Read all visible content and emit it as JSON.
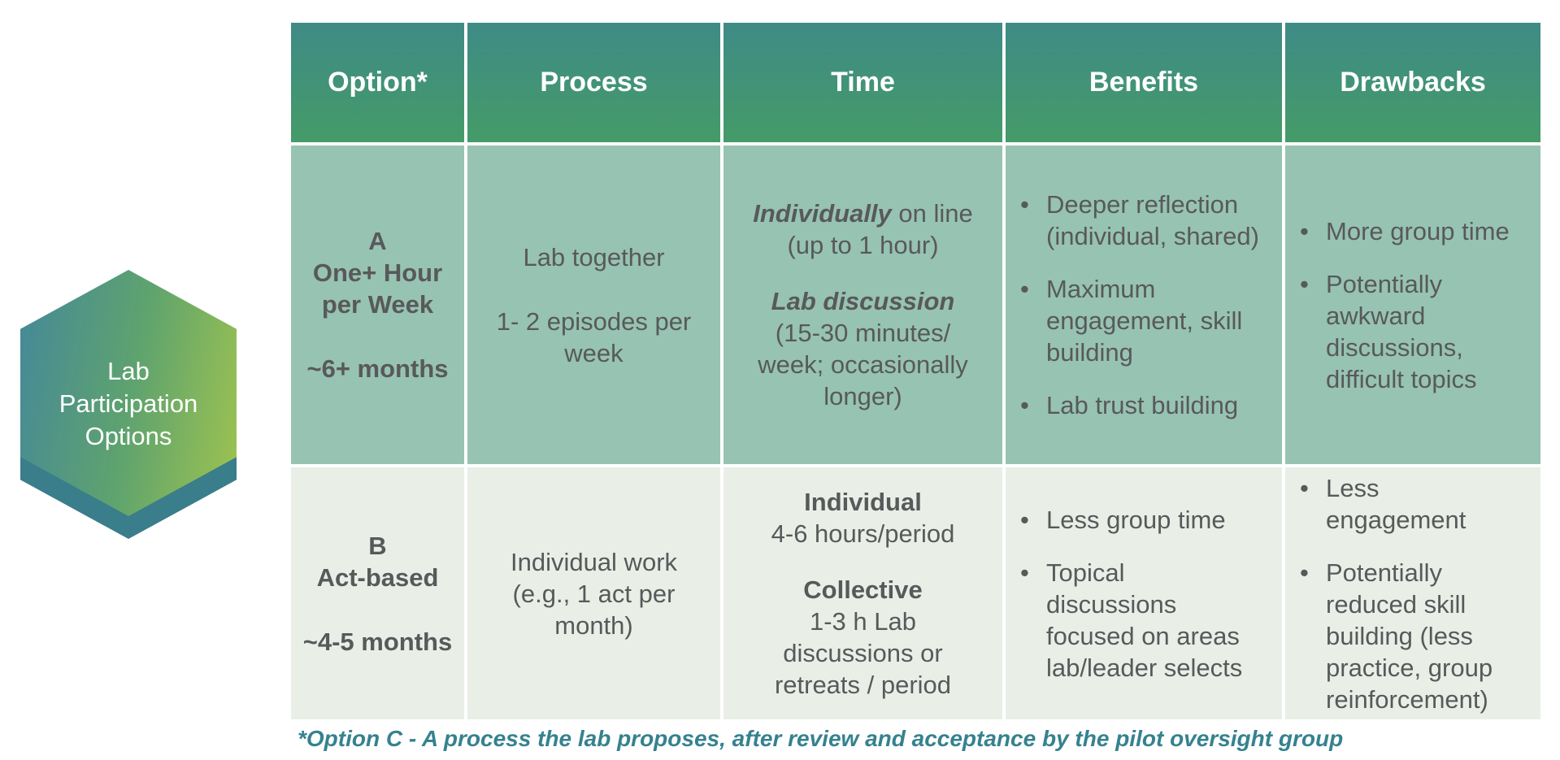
{
  "hexagon": {
    "label": "Lab\nParticipation\nOptions"
  },
  "table": {
    "headers": [
      "Option*",
      "Process",
      "Time",
      "Benefits",
      "Drawbacks"
    ],
    "rows": {
      "a": {
        "option_main": "A\nOne+ Hour\nper Week",
        "option_duration": "~6+ months",
        "process_p1": "Lab together",
        "process_p2": "1- 2 episodes per\nweek",
        "time_p1_emph": "Individually",
        "time_p1_rest": " on line\n(up to 1 hour)",
        "time_p2_emph": "Lab discussion",
        "time_p2_rest": "(15-30 minutes/\nweek; occasionally\nlonger)",
        "benefits": [
          "Deeper reflection\n(individual, shared)",
          "Maximum\nengagement, skill\nbuilding",
          "Lab trust building"
        ],
        "drawbacks": [
          "More group time",
          "Potentially\nawkward\ndiscussions,\ndifficult topics"
        ]
      },
      "b": {
        "option_main": "B\nAct-based",
        "option_duration": "~4-5 months",
        "process_p1": "Individual work\n(e.g., 1 act per\nmonth)",
        "time_p1_emph": "Individual",
        "time_p1_rest": "4-6 hours/period",
        "time_p2_emph": "Collective",
        "time_p2_rest": "1-3 h Lab\ndiscussions or\nretreats / period",
        "benefits": [
          "Less group time",
          "Topical\ndiscussions\nfocused on areas\nlab/leader selects"
        ],
        "drawbacks": [
          "Less\nengagement",
          "Potentially\nreduced skill\nbuilding (less\npractice, group\nreinforcement)"
        ]
      }
    }
  },
  "footnote": "*Option C - A process the lab proposes, after review and acceptance by the pilot oversight group",
  "colors": {
    "header_top": "#3E8B86",
    "header_bottom": "#459B68",
    "row_a_bg": "#97C3B2",
    "row_b_bg": "#E9EFE6",
    "text": "#58595B",
    "footnote": "#35828F",
    "hex_gradient_left": "#44889A",
    "hex_gradient_right": "#9FC44F",
    "hex_shadow": "#3A7D8B"
  }
}
